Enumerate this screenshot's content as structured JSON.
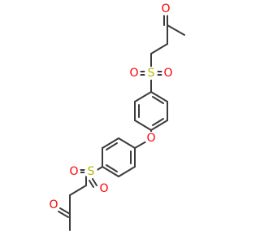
{
  "molecule": {
    "atoms": {
      "o_ketone_top": "O",
      "s_top": "S",
      "o_sulfonyl_top_left": "O",
      "o_sulfonyl_top_right": "O",
      "o_ether": "O",
      "s_bottom": "S",
      "o_sulfonyl_bottom_left": "O",
      "o_sulfonyl_bottom_right": "O",
      "o_ketone_bottom": "O"
    },
    "colors": {
      "bond": "#3b3b3b",
      "oxygen": "#ff0000",
      "sulfur": "#b8b800"
    }
  }
}
